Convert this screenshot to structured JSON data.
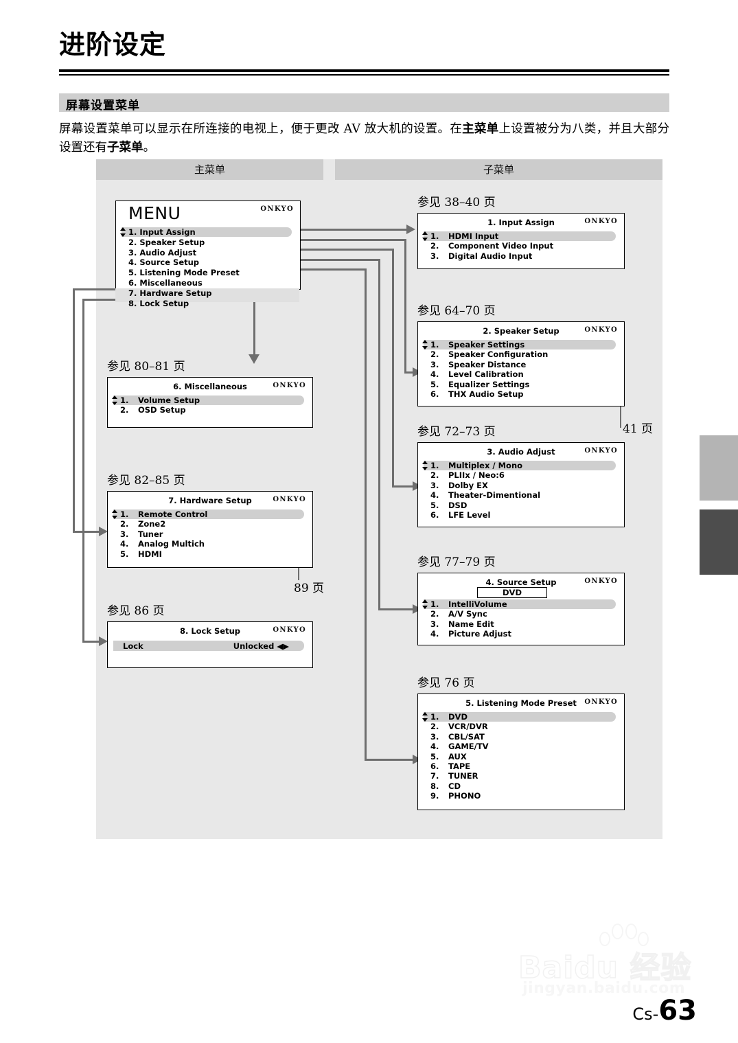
{
  "header": {
    "chapter_title": "进阶设定",
    "section_title": "屏幕设置菜单",
    "intro_part1": "屏幕设置菜单可以显示在所连接的电视上，便于更改 AV 放大机的设置。在",
    "intro_bold1": "主菜单",
    "intro_part2": "上设置被分为八类，并且大部分设置还有",
    "intro_bold2": "子菜单",
    "intro_part3": "。"
  },
  "diagram": {
    "column_main_label": "主菜单",
    "column_sub_label": "子菜单",
    "brand": "ONKYO",
    "main_menu": {
      "title": "MENU",
      "items": [
        {
          "num": "1.",
          "label": "Input Assign",
          "highlighted": true
        },
        {
          "num": "2.",
          "label": "Speaker Setup",
          "highlighted": false
        },
        {
          "num": "3.",
          "label": "Audio Adjust",
          "highlighted": false
        },
        {
          "num": "4.",
          "label": "Source Setup",
          "highlighted": false
        },
        {
          "num": "5.",
          "label": "Listening Mode Preset",
          "highlighted": false
        },
        {
          "num": "6.",
          "label": "Miscellaneous",
          "highlighted": false
        },
        {
          "num": "7.",
          "label": "Hardware Setup",
          "highlighted": false
        },
        {
          "num": "8.",
          "label": "Lock Setup",
          "highlighted": false
        }
      ]
    },
    "submenus": [
      {
        "ref": "参见 38–40 页",
        "title": "1.   Input Assign",
        "items": [
          {
            "num": "1.",
            "label": "HDMI Input",
            "highlighted": true
          },
          {
            "num": "2.",
            "label": "Component Video Input",
            "highlighted": false
          },
          {
            "num": "3.",
            "label": "Digital Audio Input",
            "highlighted": false
          }
        ]
      },
      {
        "ref": "参见 64–70 页",
        "title": "2.   Speaker Setup",
        "sidenote": "41 页",
        "items": [
          {
            "num": "1.",
            "label": "Speaker Settings",
            "highlighted": true
          },
          {
            "num": "2.",
            "label": "Speaker Configuration",
            "highlighted": false
          },
          {
            "num": "3.",
            "label": "Speaker Distance",
            "highlighted": false
          },
          {
            "num": "4.",
            "label": "Level Calibration",
            "highlighted": false
          },
          {
            "num": "5.",
            "label": "Equalizer Settings",
            "highlighted": false
          },
          {
            "num": "6.",
            "label": "THX Audio Setup",
            "highlighted": false
          }
        ]
      },
      {
        "ref": "参见 72–73 页",
        "title": "3.   Audio Adjust",
        "items": [
          {
            "num": "1.",
            "label": "Multiplex / Mono",
            "highlighted": true
          },
          {
            "num": "2.",
            "label": "PLIIx / Neo:6",
            "highlighted": false
          },
          {
            "num": "3.",
            "label": "Dolby EX",
            "highlighted": false
          },
          {
            "num": "4.",
            "label": "Theater-Dimentional",
            "highlighted": false
          },
          {
            "num": "5.",
            "label": "DSD",
            "highlighted": false
          },
          {
            "num": "6.",
            "label": "LFE Level",
            "highlighted": false
          }
        ]
      },
      {
        "ref": "参见 77–79 页",
        "title": "4.   Source Setup",
        "value_field": "DVD",
        "items": [
          {
            "num": "1.",
            "label": "IntelliVolume",
            "highlighted": true
          },
          {
            "num": "2.",
            "label": "A/V Sync",
            "highlighted": false
          },
          {
            "num": "3.",
            "label": "Name Edit",
            "highlighted": false
          },
          {
            "num": "4.",
            "label": "Picture Adjust",
            "highlighted": false
          }
        ]
      },
      {
        "ref": "参见 76 页",
        "title": "5.   Listening Mode Preset",
        "items": [
          {
            "num": "1.",
            "label": "DVD",
            "highlighted": true
          },
          {
            "num": "2.",
            "label": "VCR/DVR",
            "highlighted": false
          },
          {
            "num": "3.",
            "label": "CBL/SAT",
            "highlighted": false
          },
          {
            "num": "4.",
            "label": "GAME/TV",
            "highlighted": false
          },
          {
            "num": "5.",
            "label": "AUX",
            "highlighted": false
          },
          {
            "num": "6.",
            "label": "TAPE",
            "highlighted": false
          },
          {
            "num": "7.",
            "label": "TUNER",
            "highlighted": false
          },
          {
            "num": "8.",
            "label": "CD",
            "highlighted": false
          },
          {
            "num": "9.",
            "label": "PHONO",
            "highlighted": false
          }
        ]
      }
    ],
    "left_boxes": [
      {
        "ref": "参见 80–81 页",
        "title": "6.   Miscellaneous",
        "items": [
          {
            "num": "1.",
            "label": "Volume Setup",
            "highlighted": true
          },
          {
            "num": "2.",
            "label": "OSD Setup",
            "highlighted": false
          }
        ]
      },
      {
        "ref": "参见 82–85 页",
        "title": "7.   Hardware Setup",
        "sidenote": "89 页",
        "items": [
          {
            "num": "1.",
            "label": "Remote Control",
            "highlighted": true
          },
          {
            "num": "2.",
            "label": "Zone2",
            "highlighted": false
          },
          {
            "num": "3.",
            "label": "Tuner",
            "highlighted": false
          },
          {
            "num": "4.",
            "label": "Analog Multich",
            "highlighted": false
          },
          {
            "num": "5.",
            "label": "HDMI",
            "highlighted": false
          }
        ]
      },
      {
        "ref": "参见 86 页",
        "title": "8.   Lock Setup",
        "lock_key": "Lock",
        "lock_value": "Unlocked ◀▶"
      }
    ]
  },
  "footer": {
    "folio_prefix": "Cs-",
    "folio_number": "63"
  },
  "watermark": {
    "brand": "Baidu 经验",
    "url": "jingyan.baidu.com"
  },
  "colors": {
    "band": "#cfcfcf",
    "panel": "#e8e8e8",
    "connector": "#6e6e6e",
    "highlight": "#cfcfcf",
    "tab_light": "#b4b4b4",
    "tab_dark": "#4d4d4d"
  }
}
